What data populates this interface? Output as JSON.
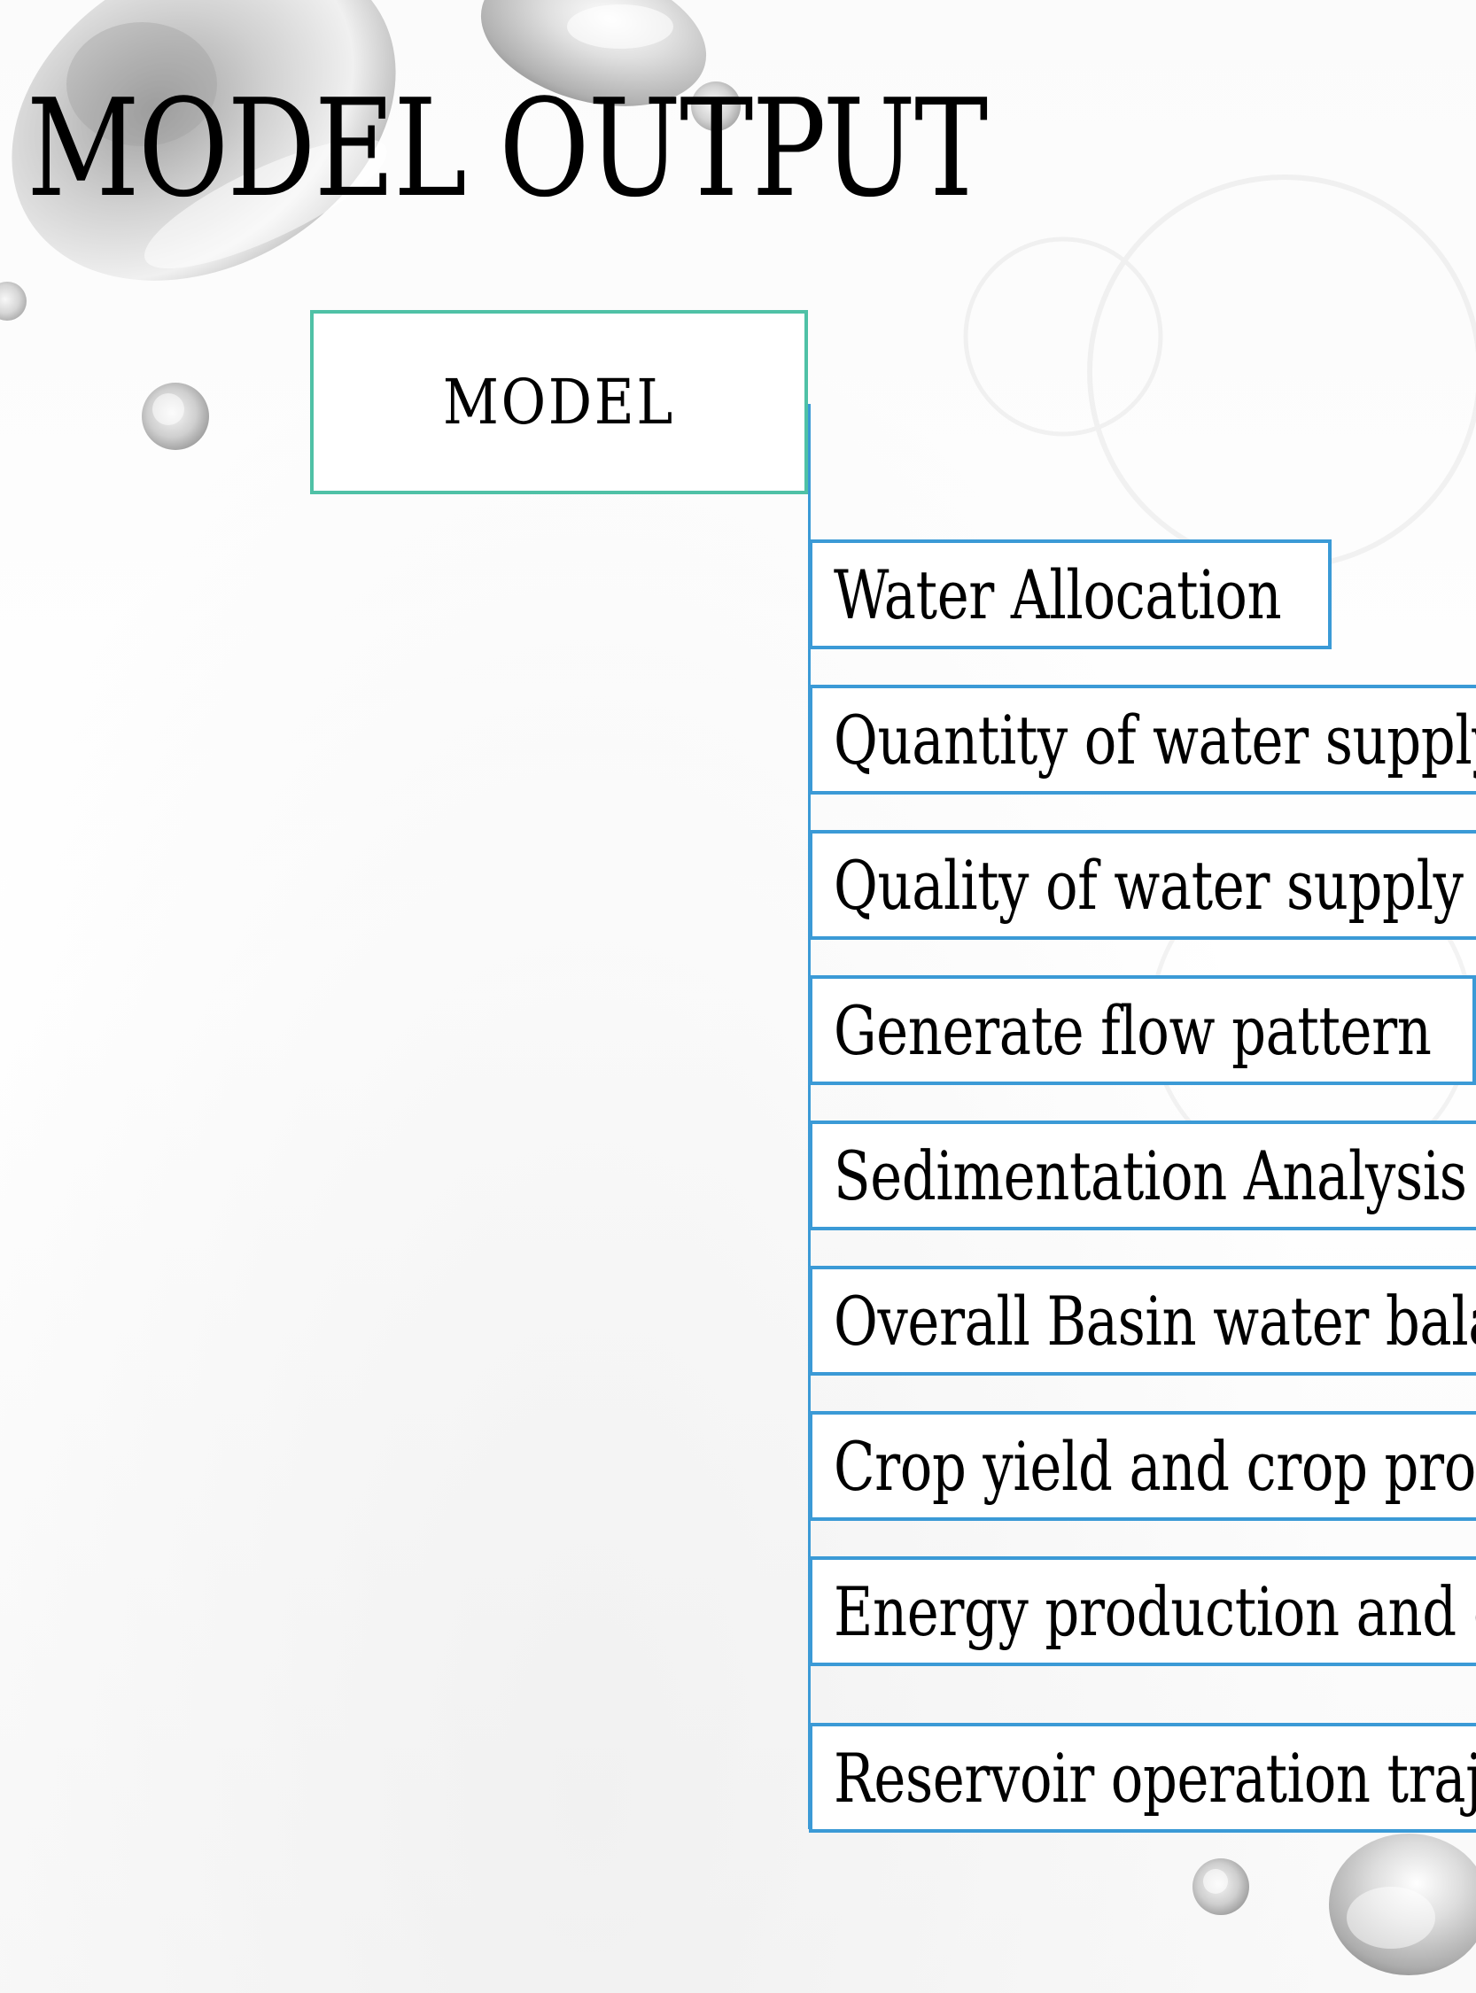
{
  "slide": {
    "title": "MODEL OUTPUT"
  },
  "diagram": {
    "root": "MODEL",
    "children": [
      "Water Allocation",
      "Quantity of water supply",
      "Quality of water supply",
      "Generate flow pattern",
      "Sedimentation Analysis",
      "Overall Basin water balance",
      "Crop yield and crop production",
      "Energy production and consumption",
      "Reservoir operation trajectory"
    ]
  },
  "colors": {
    "root_border": "#4fc1a6",
    "child_border": "#3b9ad6",
    "text": "#000000"
  }
}
